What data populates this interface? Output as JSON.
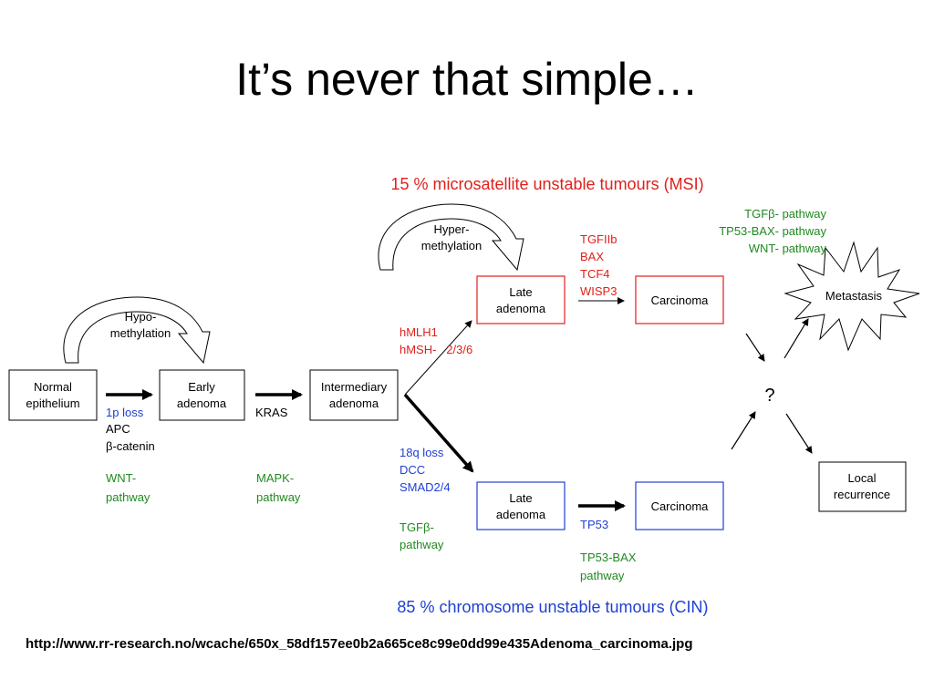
{
  "slide": {
    "title": "It’s never that simple…",
    "source_url": "http://www.rr-research.no/wcache/650x_58df157ee0b2a665ce8c99e0dd99e435Adenoma_carcinoma.jpg"
  },
  "colors": {
    "red": "#e0201b",
    "blue": "#1f3fd1",
    "green": "#1f8a1f",
    "black": "#000000"
  },
  "diagram": {
    "msi_header": "15 % microsatellite unstable tumours (MSI)",
    "cin_header": "85 % chromosome unstable tumours (CIN)",
    "boxes": {
      "normal": [
        "Normal",
        "epithelium"
      ],
      "early": [
        "Early",
        "adenoma"
      ],
      "intermediary": [
        "Intermediary",
        "adenoma"
      ],
      "late_msi": [
        "Late",
        "adenoma"
      ],
      "carcinoma_msi": "Carcinoma",
      "late_cin": [
        "Late",
        "adenoma"
      ],
      "carcinoma_cin": "Carcinoma",
      "local": [
        "Local",
        "recurrence"
      ],
      "metastasis": "Metastasis"
    },
    "hypo_methylation": [
      "Hypo-",
      "methylation"
    ],
    "hyper_methylation": [
      "Hyper-",
      "methylation"
    ],
    "step1_blue": "1p loss",
    "step1_black": [
      "APC",
      "β-catenin"
    ],
    "wnt_pathway": [
      "WNT-",
      "pathway"
    ],
    "kras": "KRAS",
    "mapk_pathway": [
      "MAPK-",
      "pathway"
    ],
    "mmr_genes": [
      "hMLH1",
      "hMSH-   2/3/6"
    ],
    "msi_genes": [
      "TGFIIb",
      "BAX",
      "TCF4",
      "WISP3"
    ],
    "cin_genes": [
      "18q loss",
      "DCC",
      "SMAD2/4"
    ],
    "tgfb_pathway": [
      "TGFβ-",
      "pathway"
    ],
    "tp53": "TP53",
    "tp53_bax_pathway": [
      "TP53-BAX",
      "pathway"
    ],
    "metastasis_pathways": [
      "TGFβ- pathway",
      "TP53-BAX- pathway",
      "WNT- pathway"
    ],
    "question": "?"
  }
}
